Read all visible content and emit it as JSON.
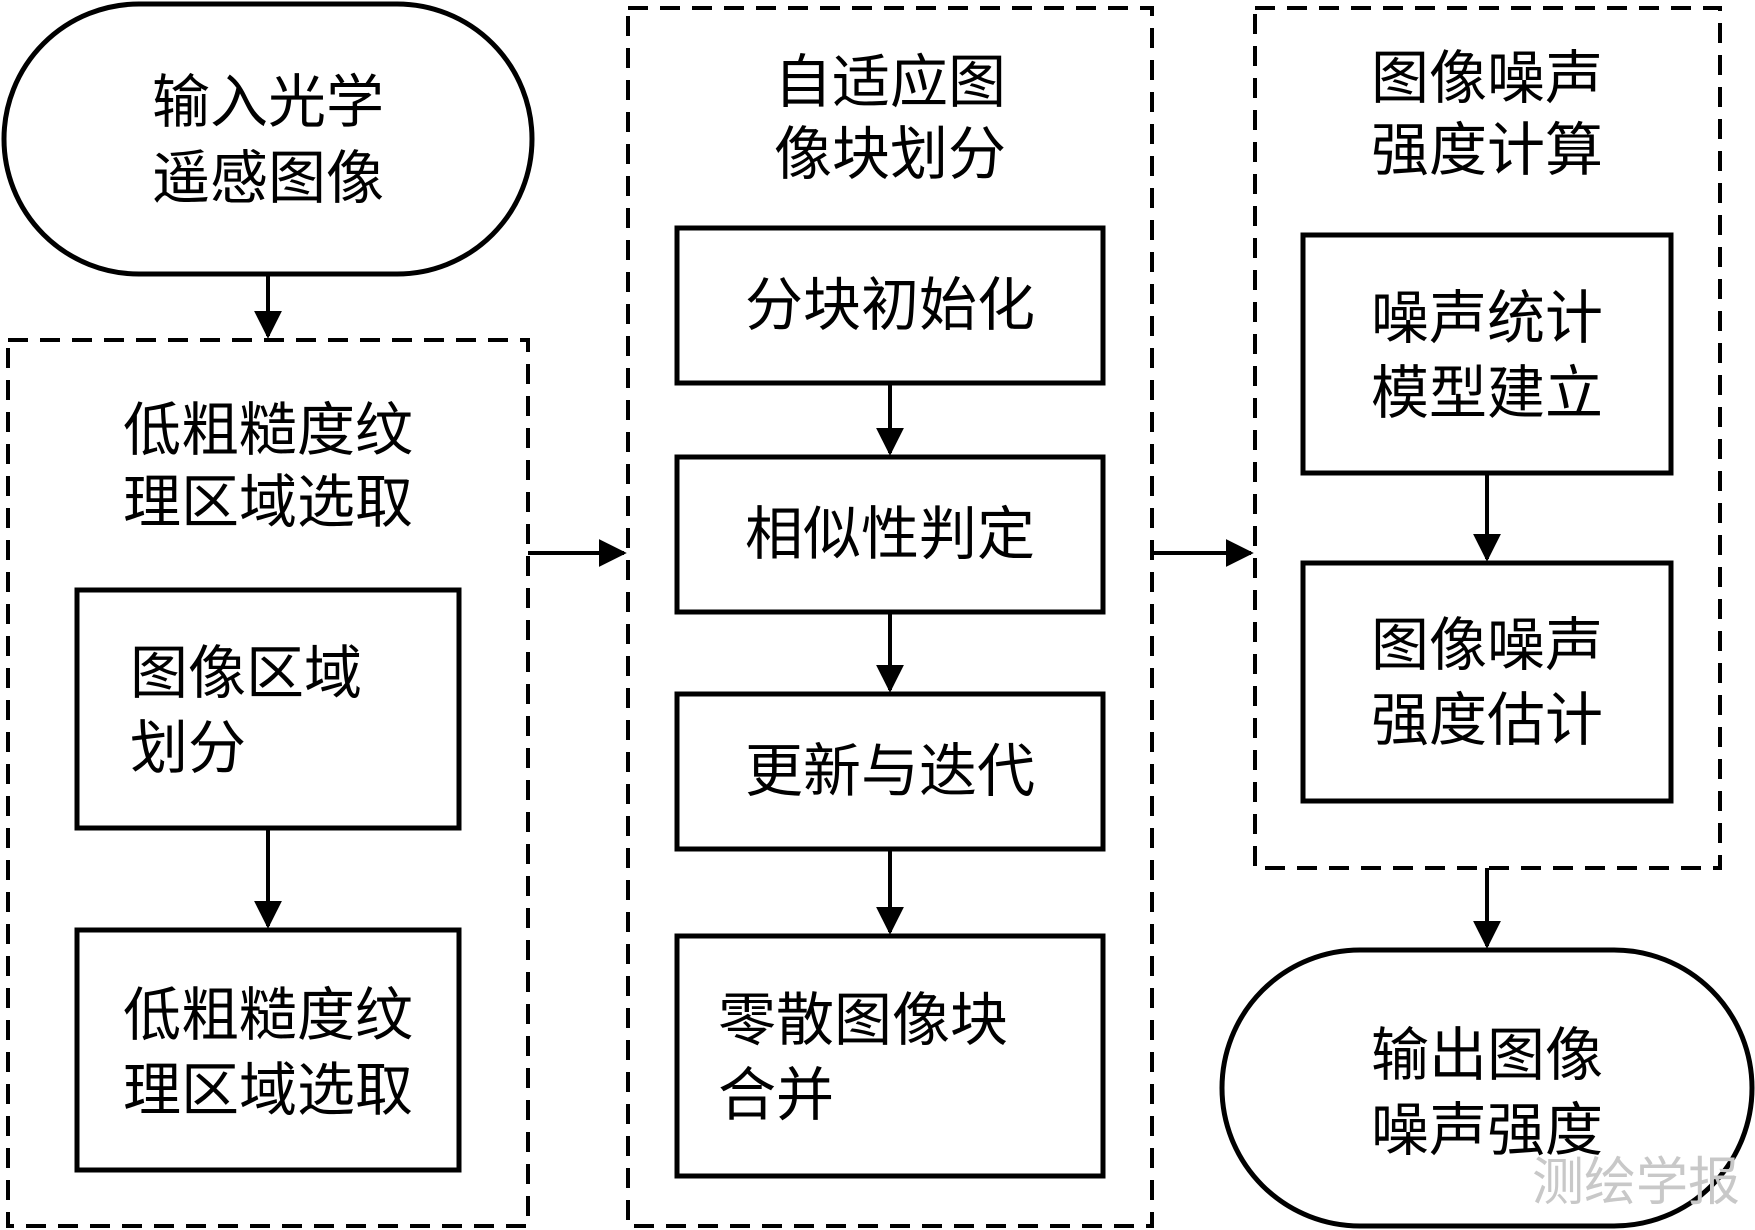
{
  "start": {
    "lines": [
      "输入光学",
      "遥感图像"
    ]
  },
  "group_texture": {
    "title": [
      "低粗糙度纹",
      "理区域选取"
    ],
    "steps": [
      {
        "lines": [
          "图像区域",
          "划分"
        ]
      },
      {
        "lines": [
          "低粗糙度纹",
          "理区域选取"
        ]
      }
    ]
  },
  "group_block": {
    "title": [
      "自适应图",
      "像块划分"
    ],
    "steps": [
      {
        "lines": [
          "分块初始化"
        ]
      },
      {
        "lines": [
          "相似性判定"
        ]
      },
      {
        "lines": [
          "更新与迭代"
        ]
      },
      {
        "lines": [
          "零散图像块",
          "合并"
        ]
      }
    ]
  },
  "group_noise": {
    "title": [
      "图像噪声",
      "强度计算"
    ],
    "steps": [
      {
        "lines": [
          "噪声统计",
          "模型建立"
        ]
      },
      {
        "lines": [
          "图像噪声",
          "强度估计"
        ]
      }
    ]
  },
  "end": {
    "lines": [
      "输出图像",
      "噪声强度"
    ]
  },
  "watermark": "测绘学报"
}
